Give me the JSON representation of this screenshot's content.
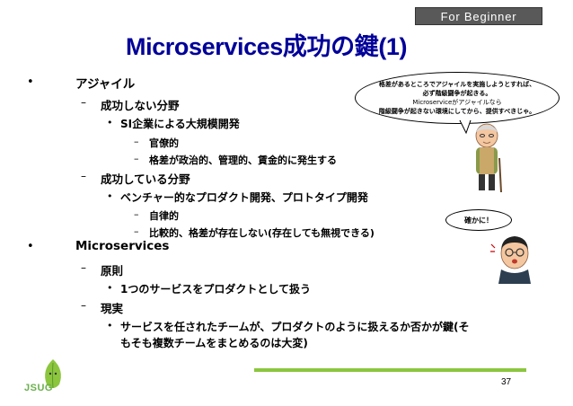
{
  "badge": "For Beginner",
  "title": "Microservices成功の鍵(1)",
  "bullets": {
    "agile": {
      "label": "アジャイル",
      "fail": {
        "label": "成功しない分野",
        "item": "SI企業による大規模開発",
        "subs": [
          "官僚的",
          "格差が政治的、管理的、賃金的に発生する"
        ]
      },
      "success": {
        "label": "成功している分野",
        "item": "ベンチャー的なプロダクト開発、プロトタイプ開発",
        "subs": [
          "自律的",
          "比較的、格差が存在しない(存在しても無視できる)"
        ]
      }
    },
    "micro": {
      "label": "Microservices",
      "principle": {
        "label": "原則",
        "item": "1つのサービスをプロダクトとして扱う"
      },
      "reality": {
        "label": "現実",
        "item_line1": "サービスを任されたチームが、プロダクトのように扱えるか否かが鍵(そ",
        "item_line2": "もそも複数チームをまとめるのは大変)"
      }
    }
  },
  "bubble_old": {
    "lines": [
      "格差があるところでアジャイルを実施しようとすれば、",
      "必ず階級闘争が起きる。",
      "Microserviceがアジャイルなら",
      "階級闘争が起きない環境にしてから、提供すべきじゃ。"
    ]
  },
  "bubble_young": "確かに！",
  "footer": {
    "page": "37",
    "logo": "JSUG"
  },
  "colors": {
    "title": "#000099",
    "accent_green": "#8cc63f",
    "badge_bg": "#595959"
  }
}
